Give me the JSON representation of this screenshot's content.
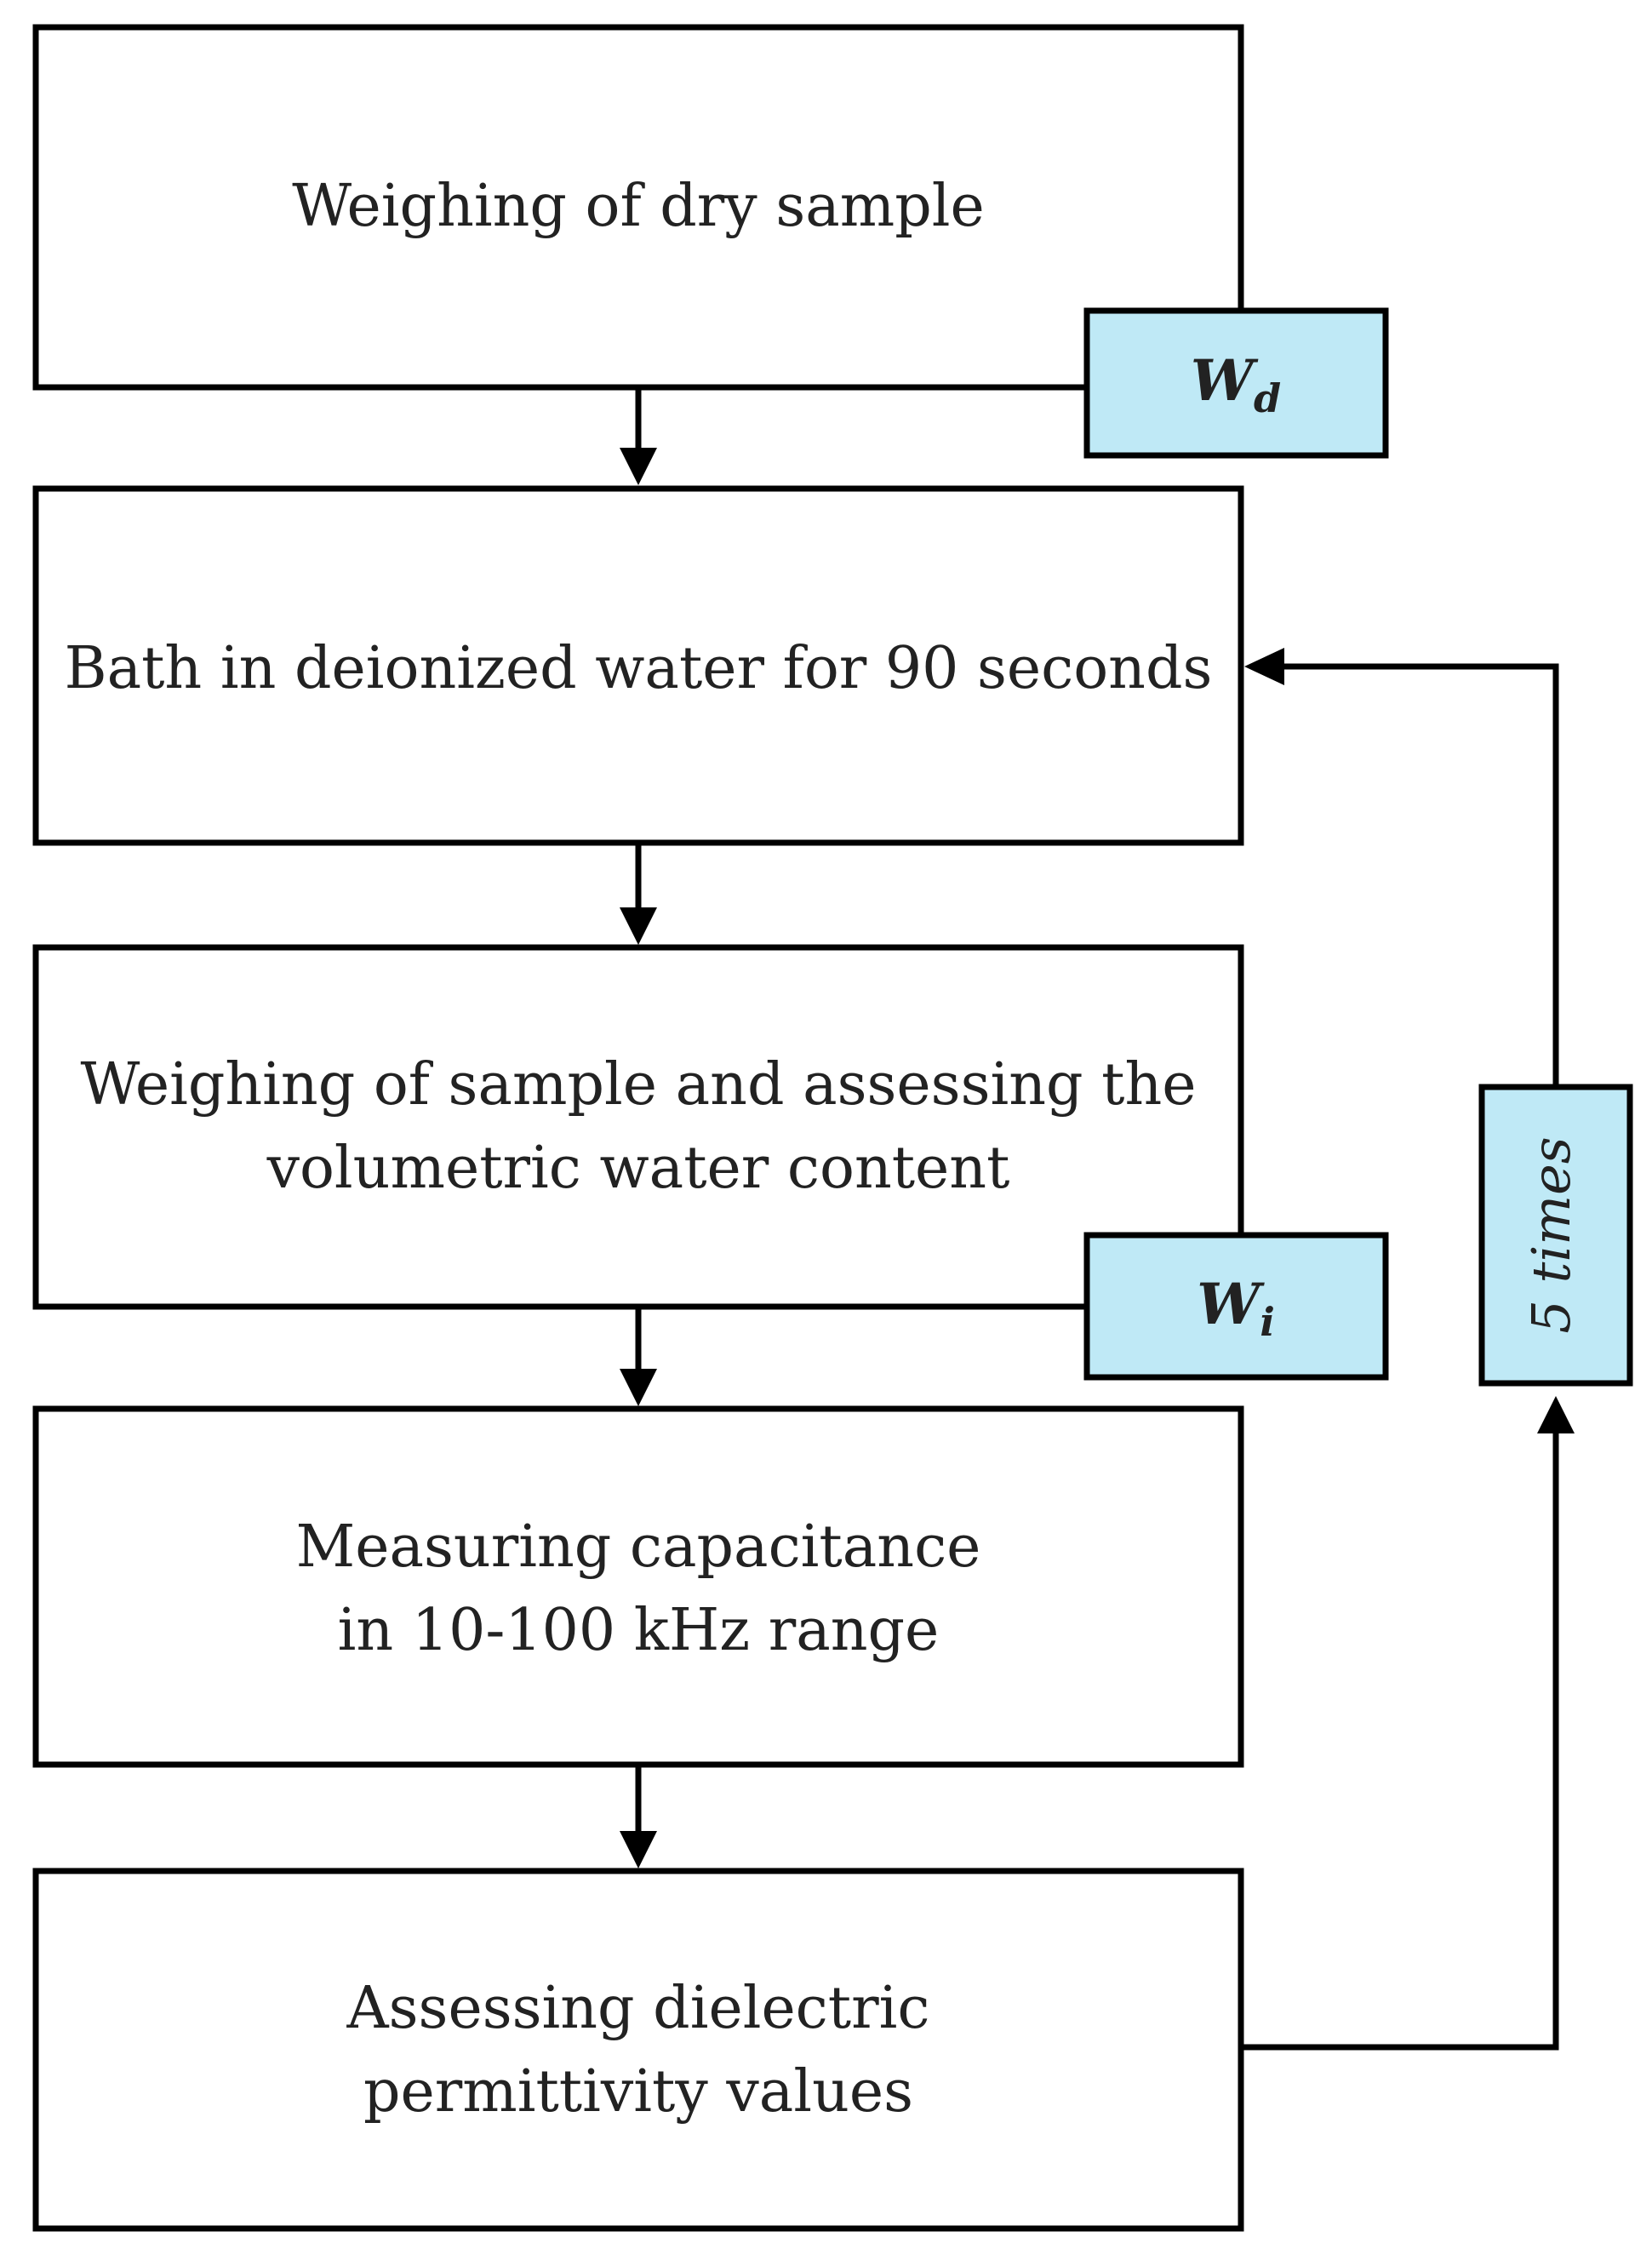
{
  "steps": [
    {
      "id": "weigh-dry",
      "lines": [
        "Weighing of dry sample"
      ]
    },
    {
      "id": "bath",
      "lines": [
        "Bath in deionized water for 90 seconds"
      ]
    },
    {
      "id": "weigh-wet",
      "lines": [
        "Weighing of sample and assessing the",
        "volumetric water content"
      ]
    },
    {
      "id": "capacitance",
      "lines": [
        "Measuring capacitance",
        "in 10-100 kHz range"
      ]
    },
    {
      "id": "permittivity",
      "lines": [
        "Assessing dielectric",
        "permittivity  values"
      ]
    }
  ],
  "tags": {
    "dry_weight": {
      "base": "W",
      "sub": "d"
    },
    "wet_weight": {
      "base": "W",
      "sub": "i"
    }
  },
  "loop": {
    "label": "5 times"
  },
  "colors": {
    "tag_fill": "#bfe9f6",
    "stroke": "#000000",
    "text": "#222222"
  }
}
